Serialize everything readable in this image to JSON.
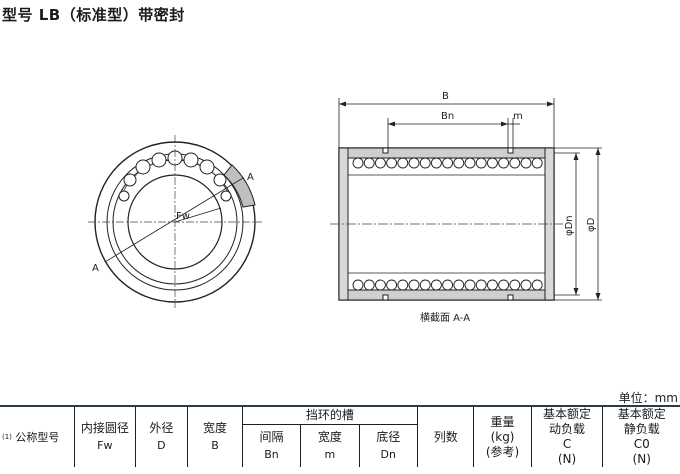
{
  "title": "型号 LB（标准型）带密封",
  "diagram": {
    "label_A_top": "A",
    "label_A_bottom": "A",
    "label_Fw": "Fw",
    "label_B": "B",
    "label_Bn": "Bn",
    "label_m": "m",
    "label_phiDn": "φDn",
    "label_phiD": "φD",
    "section_caption": "横截面 A-A"
  },
  "unit_label": "单位：mm",
  "table": {
    "model": {
      "note": "(1)",
      "label": "公称型号"
    },
    "inner_diameter": {
      "label": "内接圆径",
      "symbol": "Fw"
    },
    "outer_diameter": {
      "label": "外径",
      "symbol": "D"
    },
    "width": {
      "label": "宽度",
      "symbol": "B"
    },
    "retaining_groove": {
      "label": "挡环的槽",
      "spacing": {
        "label": "间隔",
        "symbol": "Bn"
      },
      "width": {
        "label": "宽度",
        "symbol": "m"
      },
      "bottom_diameter": {
        "label": "底径",
        "symbol": "Dn"
      }
    },
    "rows": {
      "label": "列数"
    },
    "weight": {
      "label": "重量",
      "unit": "(kg)",
      "note": "(参考)"
    },
    "dynamic_load": {
      "label": "基本额定",
      "sublabel": "动负载",
      "symbol": "C",
      "unit": "(N)"
    },
    "static_load": {
      "label": "基本额定",
      "sublabel": "静负载",
      "symbol": "C0",
      "unit": "(N)"
    }
  }
}
